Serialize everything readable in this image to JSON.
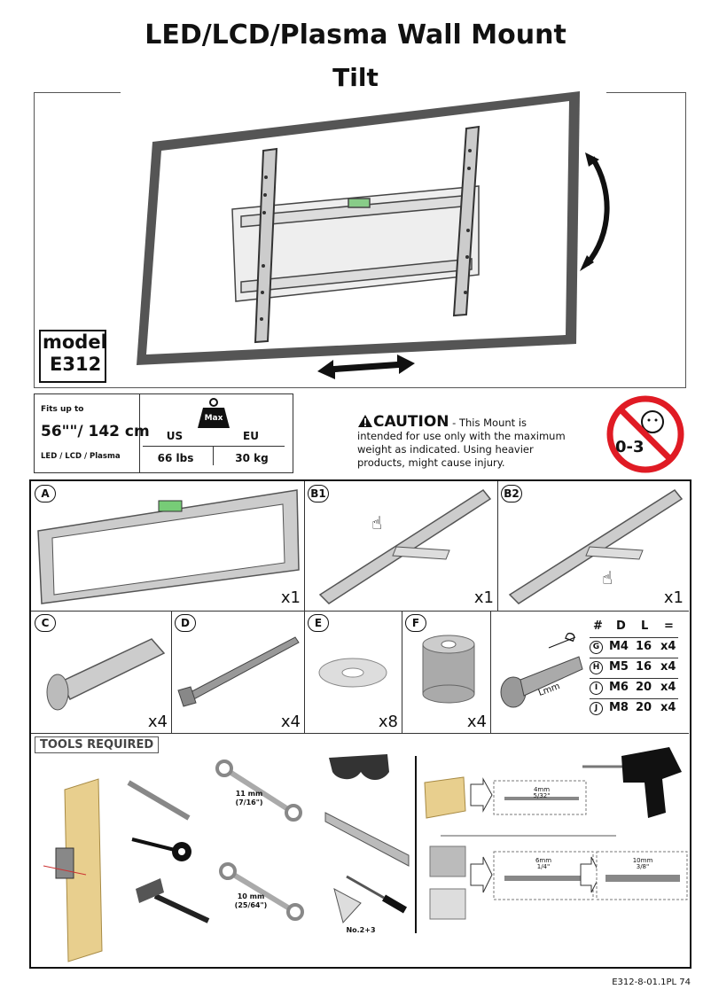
{
  "header": {
    "title": "LED/LCD/Plasma Wall Mount",
    "subtitle": "Tilt"
  },
  "model": {
    "line1": "model",
    "line2": "E312"
  },
  "spec": {
    "fits_label": "Fits up to",
    "size": "56\"\"/ 142 cm",
    "types": "LED / LCD / Plasma",
    "weight_badge": "Max",
    "us_label": "US",
    "eu_label": "EU",
    "us_value": "66 lbs",
    "eu_value": "30 kg"
  },
  "caution": {
    "word": "CAUTION",
    "text": " - This Mount is intended for use only with the maximum weight as indicated. Using heavier products, might cause injury.",
    "age_label": "0-3",
    "icon": "no-children-icon"
  },
  "parts": [
    {
      "letter": "A",
      "qty": "x1"
    },
    {
      "letter": "B1",
      "qty": "x1"
    },
    {
      "letter": "B2",
      "qty": "x1"
    },
    {
      "letter": "C",
      "qty": "x4"
    },
    {
      "letter": "D",
      "qty": "x4"
    },
    {
      "letter": "E",
      "qty": "x8"
    },
    {
      "letter": "F",
      "qty": "x4"
    }
  ],
  "screw_table": {
    "headers": [
      "#",
      "D",
      "L",
      "="
    ],
    "rows": [
      {
        "id": "G",
        "d": "M4",
        "l": "16",
        "q": "x4"
      },
      {
        "id": "H",
        "d": "M5",
        "l": "16",
        "q": "x4"
      },
      {
        "id": "I",
        "d": "M6",
        "l": "20",
        "q": "x4"
      },
      {
        "id": "J",
        "d": "M8",
        "l": "20",
        "q": "x4"
      }
    ],
    "diagram_d": "D",
    "diagram_l": "Lmm"
  },
  "tools": {
    "label": "TOOLS REQUIRED",
    "wrench1": "11 mm\n(7/16\")",
    "wrench2": "10 mm\n(25/64\")",
    "screwdriver": "No.2+3",
    "bit1_mm": "4mm",
    "bit1_in": "5/32\"",
    "bit2_mm": "6mm",
    "bit2_in": "1/4\"",
    "bit3_mm": "10mm",
    "bit3_in": "3/8\""
  },
  "footer": {
    "code": "E312-8-01.1PL  74"
  }
}
